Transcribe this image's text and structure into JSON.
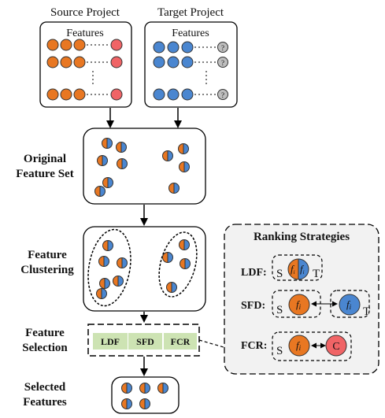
{
  "source_project": {
    "title": "Source Project",
    "features_label": "Features"
  },
  "target_project": {
    "title": "Target Project",
    "features_label": "Features",
    "unknown_mark": "?"
  },
  "stages": {
    "original_line1": "Original",
    "original_line2": "Feature Set",
    "clustering_line1": "Feature",
    "clustering_line2": "Clustering",
    "selection_line1": "Feature",
    "selection_line2": "Selection",
    "selected_line1": "Selected",
    "selected_line2": "Features"
  },
  "strategies": [
    "LDF",
    "SFD",
    "FCR"
  ],
  "ranking": {
    "title": "Ranking Strategies",
    "ldf_label": "LDF:",
    "sfd_label": "SFD:",
    "fcr_label": "FCR:",
    "source_letter": "S",
    "target_letter": "T",
    "feature_symbol": "f",
    "feature_subscript": "i",
    "class_letter": "C"
  },
  "colors": {
    "orange": "#E87722",
    "blue": "#4A86D0",
    "red": "#F06466",
    "gray": "#BEBEBE",
    "green": "#CDE3B3",
    "panel": "#F2F2F2"
  }
}
